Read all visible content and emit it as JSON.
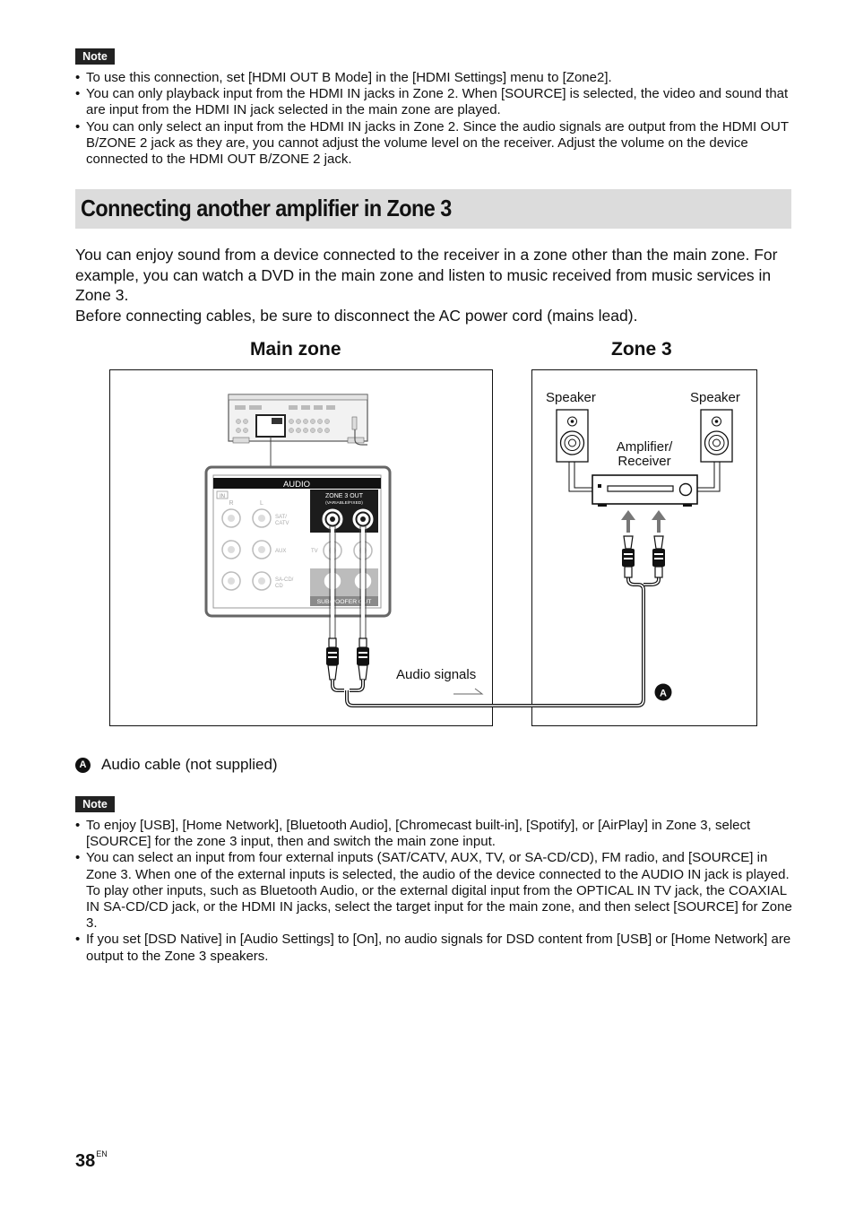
{
  "note1": {
    "tag": "Note",
    "items": [
      "To use this connection, set [HDMI OUT B Mode] in the [HDMI Settings] menu to [Zone2].",
      "You can only playback input from the HDMI IN jacks in Zone 2. When [SOURCE] is selected, the video and sound that are input from the HDMI IN jack selected in the main zone are played.",
      "You can only select an input from the HDMI IN jacks in Zone 2. Since the audio signals are output from the HDMI OUT B/ZONE 2 jack as they are, you cannot adjust the volume level on the receiver. Adjust the volume on the device connected to the HDMI OUT B/ZONE 2 jack."
    ]
  },
  "section": {
    "title": "Connecting another amplifier in Zone 3"
  },
  "intro": {
    "para1": "You can enjoy sound from a device connected to the receiver in a zone other than the main zone. For example, you can watch a DVD in the main zone and listen to music received from music services in Zone 3.",
    "para2": "Before connecting cables, be sure to disconnect the AC power cord (mains lead)."
  },
  "diagram": {
    "main_zone_label": "Main zone",
    "zone3_label": "Zone 3",
    "panel_title": "AUDIO",
    "panel_in": "IN",
    "panel_zone3_out": "ZONE 3 OUT",
    "panel_variable": "(VARIABLE/FIXED)",
    "panel_r": "R",
    "panel_l": "L",
    "panel_sat": "SAT/",
    "panel_catv": "CATV",
    "panel_aux": "AUX",
    "panel_tv": "TV",
    "panel_sacd1": "SA-CD/",
    "panel_sacd2": "CD",
    "panel_subwoofer": "SUBWOOFER OUT",
    "speaker_left": "Speaker",
    "speaker_right": "Speaker",
    "amp_line1": "Amplifier/",
    "amp_line2": "Receiver",
    "audio_signals": "Audio signals",
    "cable_marker": "A"
  },
  "legend": {
    "marker": "A",
    "text": "Audio cable (not supplied)"
  },
  "note2": {
    "tag": "Note",
    "items": [
      "To enjoy [USB], [Home Network], [Bluetooth Audio], [Chromecast built-in], [Spotify], or [AirPlay] in Zone 3, select [SOURCE] for the zone 3 input, then and switch the main zone input.",
      "You can select an input from four external inputs (SAT/CATV, AUX, TV, or SA-CD/CD), FM radio, and [SOURCE] in Zone 3. When one of the external inputs is selected, the audio of the device connected to the AUDIO IN jack is played. To play other inputs, such as Bluetooth Audio, or the external digital input from the OPTICAL IN TV jack, the COAXIAL IN SA-CD/CD jack, or the HDMI IN jacks, select the target input for the main zone, and then select [SOURCE] for Zone 3.",
      "If you set [DSD Native] in [Audio Settings] to [On], no audio signals for DSD content from [USB] or [Home Network] are output to the Zone 3 speakers."
    ]
  },
  "page": {
    "number": "38",
    "suffix": "EN"
  }
}
